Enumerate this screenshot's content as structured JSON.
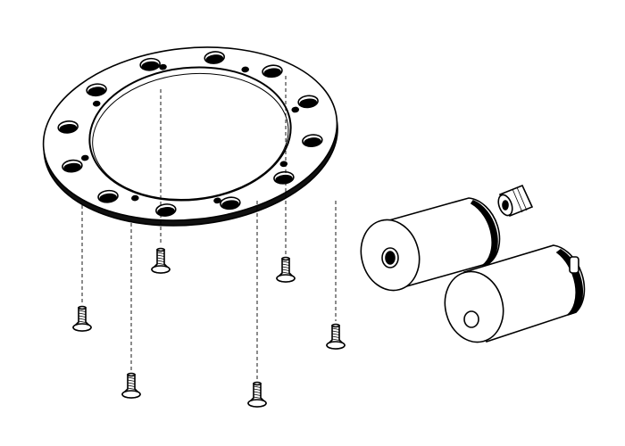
{
  "drawing": {
    "line_color": "#000000",
    "background_color": "#ffffff",
    "parts": [
      "mounting-ring",
      "countersunk-screw",
      "spacer-cylinder",
      "set-screw"
    ]
  }
}
